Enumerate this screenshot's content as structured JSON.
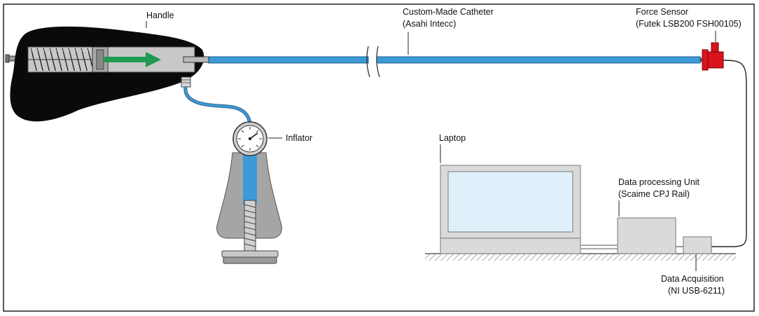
{
  "labels": {
    "handle": "Handle",
    "catheter_line1": "Custom-Made Catheter",
    "catheter_line2": "(Asahi Intecc)",
    "force_sensor_line1": "Force Sensor",
    "force_sensor_line2": "(Futek LSB200 FSH00105)",
    "inflator": "Inflator",
    "laptop": "Laptop",
    "dpu_line1": "Data processing Unit",
    "dpu_line2": "(Scaime CPJ Rail)",
    "daq_line1": "Data Acquisition",
    "daq_line2": "(NI USB-6211)"
  },
  "colors": {
    "catheter": "#3d9ad8",
    "arrow": "#1f9a52",
    "sensor": "#d8141c",
    "device": "#dadada",
    "device_stroke": "#8a8a8a",
    "screen": "#dff0fa",
    "handle": "#0a0a0a",
    "inflator_body": "#a5a5a5"
  }
}
